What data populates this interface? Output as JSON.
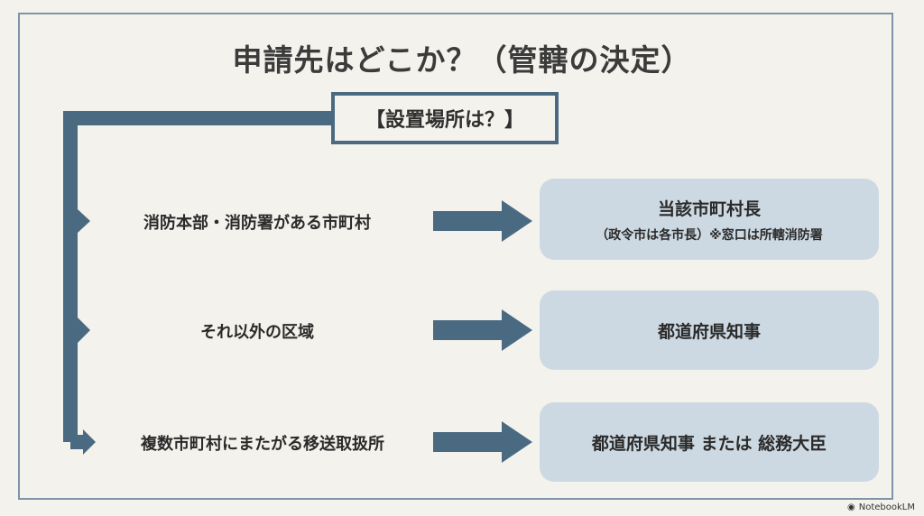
{
  "title": "申請先はどこか？（管轄の決定）",
  "question": "【設置場所は？】",
  "rows": [
    {
      "condition": "消防本部・消防署がある市町村",
      "result": "当該市町村長",
      "note": "（政令市は各市長）※窓口は所轄消防署"
    },
    {
      "condition": "それ以外の区域",
      "result": "都道府県知事"
    },
    {
      "condition": "複数市町村にまたがる移送取扱所",
      "result": "都道府県知事 または 総務大臣"
    }
  ],
  "brand": "NotebookLM",
  "colors": {
    "arrow": "#4a6a82",
    "result_box": "#cdd9e2",
    "background": "#f4f2ec"
  },
  "icons": {
    "brand": "notebooklm-logo-icon"
  }
}
